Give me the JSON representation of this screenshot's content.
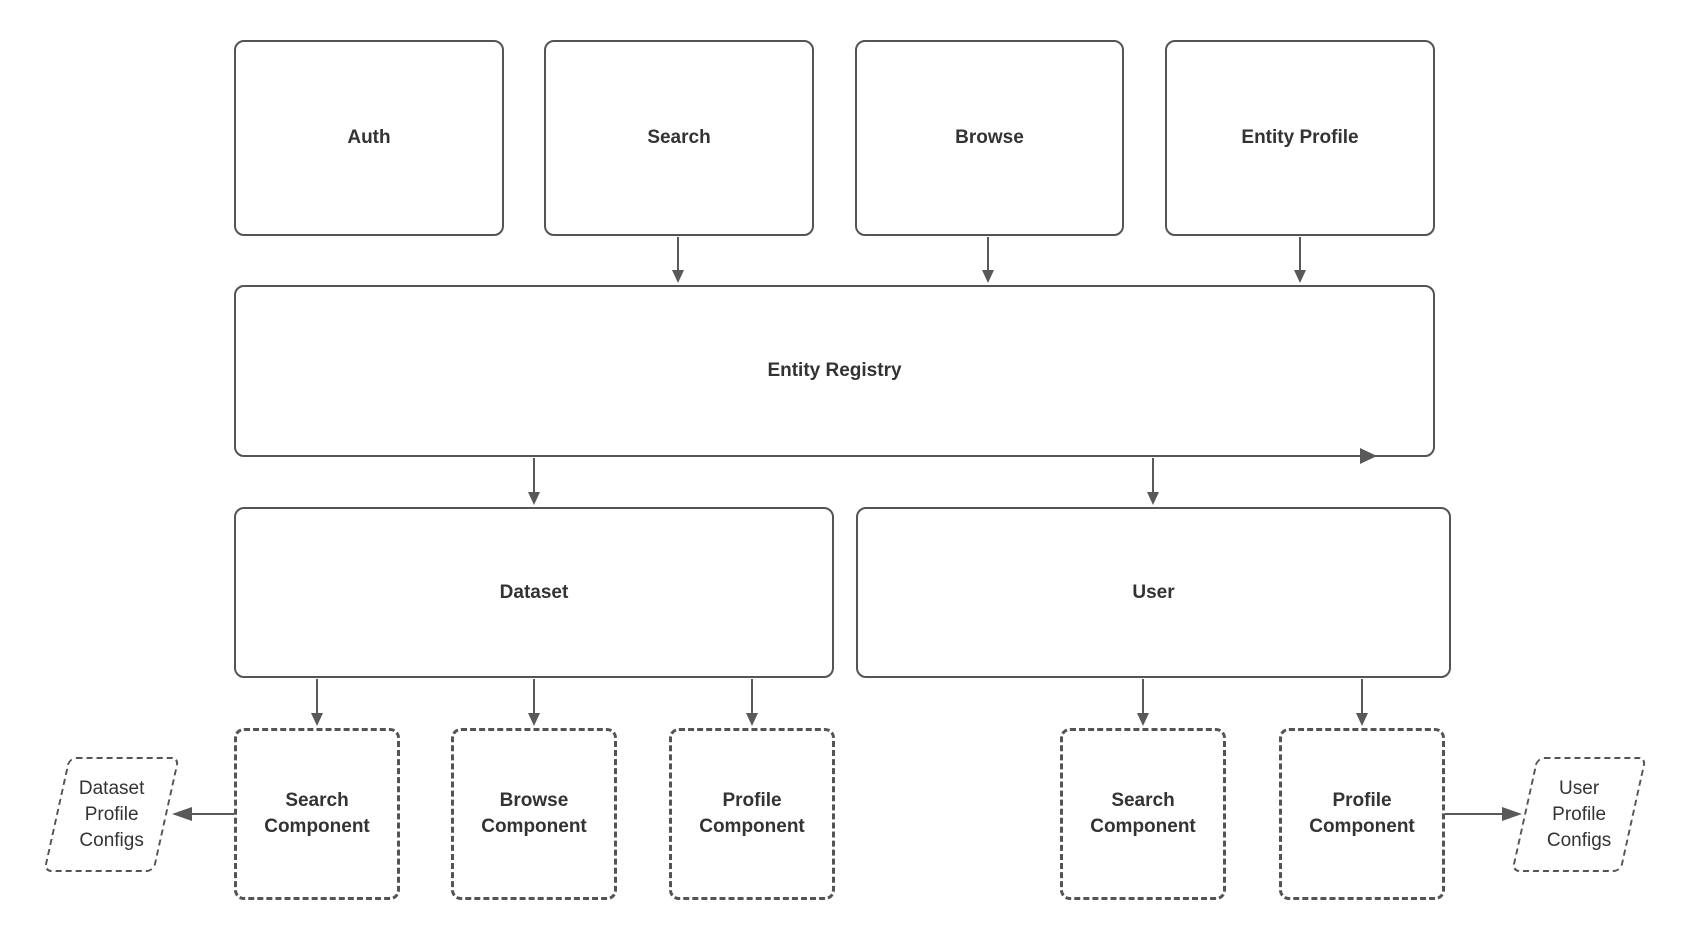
{
  "diagram": {
    "background_color": "#ffffff",
    "stroke_color": "#545454",
    "text_color": "#333333",
    "nodes": {
      "auth": {
        "label": "Auth",
        "shape": "rounded-rect"
      },
      "search": {
        "label": "Search",
        "shape": "rounded-rect"
      },
      "browse": {
        "label": "Browse",
        "shape": "rounded-rect"
      },
      "entity_profile": {
        "label": "Entity Profile",
        "shape": "rounded-rect"
      },
      "entity_registry": {
        "label": "Entity Registry",
        "shape": "rounded-rect"
      },
      "dataset": {
        "label": "Dataset",
        "shape": "rounded-rect"
      },
      "user": {
        "label": "User",
        "shape": "rounded-rect"
      },
      "dataset_search_component": {
        "label": "Search Component",
        "shape": "dashed-rect"
      },
      "dataset_browse_component": {
        "label": "Browse Component",
        "shape": "dashed-rect"
      },
      "dataset_profile_component": {
        "label": "Profile Component",
        "shape": "dashed-rect"
      },
      "user_search_component": {
        "label": "Search Component",
        "shape": "dashed-rect"
      },
      "user_profile_component": {
        "label": "Profile Component",
        "shape": "dashed-rect"
      },
      "dataset_profile_configs": {
        "label": "Dataset\nProfile\nConfigs",
        "shape": "dashed-parallelogram"
      },
      "user_profile_configs": {
        "label": "User\nProfile\nConfigs",
        "shape": "dashed-parallelogram"
      }
    },
    "edges": [
      {
        "from": "search",
        "to": "entity_registry",
        "direction": "down"
      },
      {
        "from": "browse",
        "to": "entity_registry",
        "direction": "down"
      },
      {
        "from": "entity_profile",
        "to": "entity_registry",
        "direction": "down"
      },
      {
        "from": "entity_registry",
        "to": "dataset",
        "direction": "down"
      },
      {
        "from": "entity_registry",
        "to": "user",
        "direction": "down"
      },
      {
        "from": "entity_registry",
        "to": "entity_registry",
        "direction": "right-arrowhead-on-bottom-edge"
      },
      {
        "from": "dataset",
        "to": "dataset_search_component",
        "direction": "down"
      },
      {
        "from": "dataset",
        "to": "dataset_browse_component",
        "direction": "down"
      },
      {
        "from": "dataset",
        "to": "dataset_profile_component",
        "direction": "down"
      },
      {
        "from": "user",
        "to": "user_search_component",
        "direction": "down"
      },
      {
        "from": "user",
        "to": "user_profile_component",
        "direction": "down"
      },
      {
        "from": "dataset_search_component",
        "to": "dataset_profile_configs",
        "direction": "left"
      },
      {
        "from": "user_profile_component",
        "to": "user_profile_configs",
        "direction": "right"
      }
    ]
  }
}
